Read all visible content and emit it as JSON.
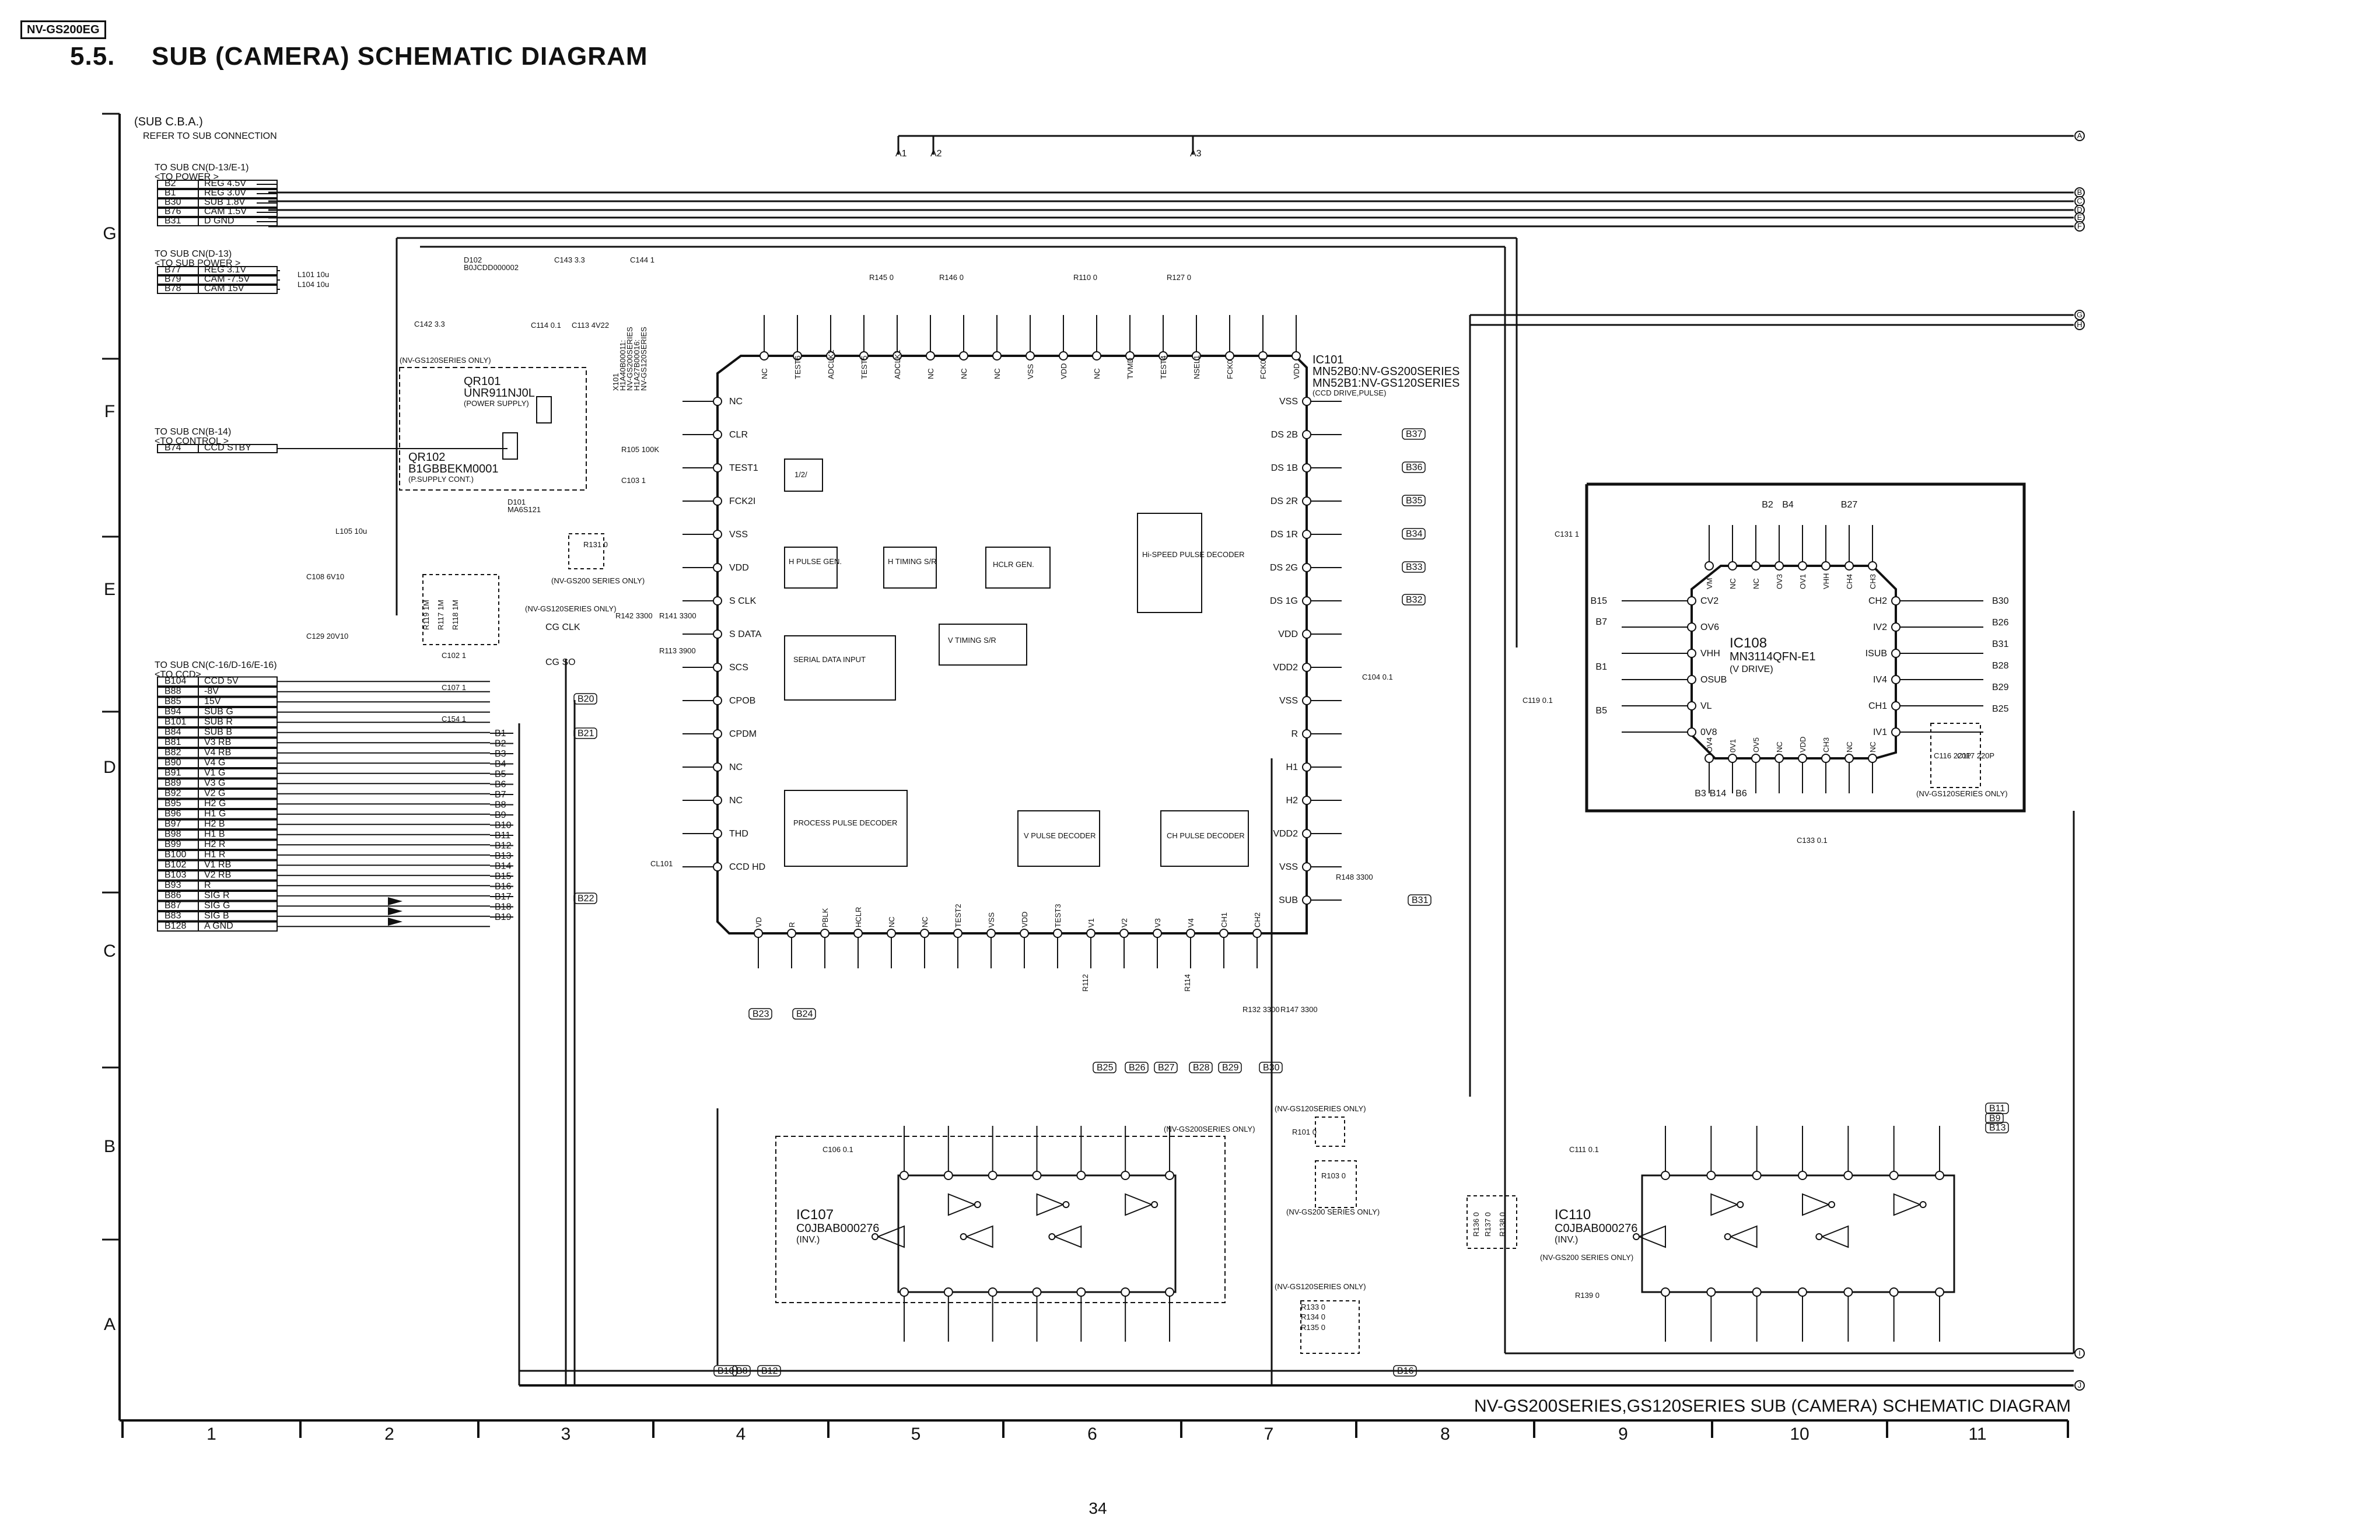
{
  "header": {
    "model": "NV-GS200EG",
    "section_number": "5.5.",
    "section_title": "SUB (CAMERA) SCHEMATIC DIAGRAM"
  },
  "board": {
    "title": "(SUB C.B.A.)",
    "subtitle": "REFER TO SUB CONNECTION"
  },
  "connectors": {
    "power": {
      "title": "TO SUB CN(D-13/E-1)",
      "subtitle": "<TO POWER >",
      "pins": [
        {
          "pin": "B2",
          "signal": "REG 4.5V"
        },
        {
          "pin": "B1",
          "signal": "REG 3.0V"
        },
        {
          "pin": "B30",
          "signal": "SUB 1.8V"
        },
        {
          "pin": "B76",
          "signal": "CAM 1.5V"
        },
        {
          "pin": "B31",
          "signal": "D GND"
        }
      ]
    },
    "sub_power": {
      "title": "TO SUB CN(D-13)",
      "subtitle": "<TO SUB POWER >",
      "pins": [
        {
          "pin": "B77",
          "signal": "REG 3.1V"
        },
        {
          "pin": "B79",
          "signal": "CAM -7.5V"
        },
        {
          "pin": "B78",
          "signal": "CAM 15V"
        }
      ]
    },
    "control": {
      "title": "TO SUB CN(B-14)",
      "subtitle": "<TO CONTROL >",
      "pins": [
        {
          "pin": "B74",
          "signal": "CCD STBY"
        }
      ]
    },
    "ccd": {
      "title": "TO SUB CN(C-16/D-16/E-16)",
      "subtitle": "<TO CCD>",
      "pins": [
        {
          "pin": "B104",
          "signal": "CCD 5V"
        },
        {
          "pin": "B88",
          "signal": "-8V"
        },
        {
          "pin": "B85",
          "signal": "15V"
        },
        {
          "pin": "B94",
          "signal": "SUB G"
        },
        {
          "pin": "B101",
          "signal": "SUB R"
        },
        {
          "pin": "B84",
          "signal": "SUB B"
        },
        {
          "pin": "B81",
          "signal": "V3 RB"
        },
        {
          "pin": "B82",
          "signal": "V4 RB"
        },
        {
          "pin": "B90",
          "signal": "V4 G"
        },
        {
          "pin": "B91",
          "signal": "V1 G"
        },
        {
          "pin": "B89",
          "signal": "V3 G"
        },
        {
          "pin": "B92",
          "signal": "V2 G"
        },
        {
          "pin": "B95",
          "signal": "H2 G"
        },
        {
          "pin": "B96",
          "signal": "H1 G"
        },
        {
          "pin": "B97",
          "signal": "H2 B"
        },
        {
          "pin": "B98",
          "signal": "H1 B"
        },
        {
          "pin": "B99",
          "signal": "H2 R"
        },
        {
          "pin": "B100",
          "signal": "H1 R"
        },
        {
          "pin": "B102",
          "signal": "V1 RB"
        },
        {
          "pin": "B103",
          "signal": "V2 RB"
        },
        {
          "pin": "B93",
          "signal": "R"
        },
        {
          "pin": "B86",
          "signal": "SIG R"
        },
        {
          "pin": "B87",
          "signal": "SIG G"
        },
        {
          "pin": "B83",
          "signal": "SIG B"
        },
        {
          "pin": "B128",
          "signal": "A GND"
        }
      ],
      "bus_labels": [
        "B1",
        "B2",
        "B3",
        "B4",
        "B5",
        "B6",
        "B7",
        "B8",
        "B9",
        "B10",
        "B11",
        "B12",
        "B13",
        "B14",
        "B15",
        "B16",
        "B17",
        "B18",
        "B19"
      ]
    }
  },
  "row_labels": [
    "G",
    "F",
    "E",
    "D",
    "C",
    "B",
    "A"
  ],
  "column_labels": [
    "1",
    "2",
    "3",
    "4",
    "5",
    "6",
    "7",
    "8",
    "9",
    "10",
    "11"
  ],
  "right_terminals": [
    "A",
    "B",
    "C",
    "D",
    "E",
    "F",
    "G",
    "H",
    "I",
    "J"
  ],
  "components": {
    "ic101": {
      "ref": "IC101",
      "part_lines": [
        "MN52B0:NV-GS200SERIES",
        "MN52B1:NV-GS120SERIES"
      ],
      "function": "(CCD DRIVE,PULSE)",
      "blocks": [
        "1/2/",
        "H PULSE GEN.",
        "H TIMING S/R",
        "HCLR GEN.",
        "Hi-SPEED PULSE DECODER",
        "SERIAL DATA INPUT",
        "V TIMING S/R",
        "PROCESS PULSE DECODER",
        "V PULSE DECODER",
        "CH PULSE DECODER"
      ],
      "left_pins": [
        "NC",
        "CLR",
        "TEST1",
        "FCK2I",
        "VSS",
        "VDD",
        "S CLK",
        "S DATA",
        "SCS",
        "CPOB",
        "CPDM",
        "NC",
        "NC",
        "THD",
        "CCD HD"
      ],
      "top_pins": [
        "NC",
        "TEST6",
        "ADCLK2",
        "TEST5",
        "ADCLK1",
        "NC",
        "NC",
        "NC",
        "VSS",
        "VDD",
        "NC",
        "TVMD",
        "TEST4",
        "NSEL1",
        "FCK0",
        "FCK0I",
        "VDD"
      ],
      "right_pins": [
        "VSS",
        "DS 2B",
        "DS 1B",
        "DS 2R",
        "DS 1R",
        "DS 2G",
        "DS 1G",
        "VDD",
        "VDD2",
        "VSS",
        "R",
        "H1",
        "H2",
        "VDD2",
        "VSS",
        "SUB"
      ],
      "bottom_pins": [
        "VD",
        "R",
        "PBLK",
        "HCLR",
        "NC",
        "NC",
        "TEST2",
        "VSS",
        "VDD",
        "TEST3",
        "V1",
        "V2",
        "V3",
        "V4",
        "CH1",
        "CH2"
      ]
    },
    "ic108": {
      "ref": "IC108",
      "part": "MN3114QFN-E1",
      "function": "(V DRIVE)",
      "left_pins": [
        "CV2",
        "OV6",
        "VHH",
        "OSUB",
        "VL",
        "0V8"
      ],
      "right_pins": [
        "CH2",
        "IV2",
        "ISUB",
        "IV4",
        "CH1",
        "IV1"
      ],
      "top_pins": [
        "VM",
        "NC",
        "NC",
        "OV3",
        "OV1",
        "VHH",
        "CH4",
        "CH3"
      ],
      "bottom_pins": [
        "OV4",
        "0V1",
        "OV5",
        "NC",
        "VDD",
        "CH3",
        "NC",
        "NC"
      ],
      "left_terminals": [
        "B15",
        "B7",
        "B1",
        "B5"
      ],
      "right_terminals": [
        "B30",
        "B26",
        "B31",
        "B28",
        "B29",
        "B25"
      ],
      "top_terminals": [
        "B2",
        "B4",
        "B27"
      ],
      "bottom_terminals": [
        "B3",
        "B14",
        "B6"
      ]
    },
    "ic107": {
      "ref": "IC107",
      "part": "C0JBAB000276",
      "function": "(INV.)",
      "note": "(NV-GS200SERIES ONLY)"
    },
    "ic110": {
      "ref": "IC110",
      "part": "C0JBAB000276",
      "function": "(INV.)"
    },
    "qr101": {
      "ref": "QR101",
      "part": "UNR911NJ0L",
      "function": "(POWER SUPPLY)"
    },
    "qr102": {
      "ref": "QR102",
      "part": "B1GBBEKM0001",
      "function": "(P.SUPPLY CONT.)"
    },
    "d101": {
      "ref": "D101",
      "part": "MA6S121"
    },
    "d102": {
      "ref": "D102",
      "part": "B0JCDD000002"
    },
    "x101_text": [
      "X101",
      "H1A40B00011:",
      "NV-GS200SERIES",
      "H1A27B00016:",
      "NV-GS120SERIES"
    ],
    "passives": [
      "R145 0",
      "R146 0",
      "R110 0",
      "R127 0",
      "R105 100K",
      "C103 1",
      "C143 3.3",
      "C144 1",
      "C142 3.3",
      "C114 0.1",
      "C113 4V22",
      "L101 10u",
      "L104 10u",
      "L105 10u",
      "C108 6V10",
      "C129 20V10",
      "R131 0",
      "R142 3300",
      "R141 3300",
      "R113 3900",
      "C102 1",
      "C107 1",
      "C154 1",
      "R148 3300",
      "C104 0.1",
      "C131 1",
      "C119 0.1",
      "C133 0.1",
      "C116 220P",
      "C117 220P",
      "R112",
      "R114",
      "R132 3300",
      "R147 3300",
      "C106 0.1",
      "C111 0.1",
      "R101 0",
      "R103 0",
      "R133 0",
      "R134 0",
      "R135 0",
      "R139 0",
      "R136 0",
      "R137 0",
      "R138 0",
      "R119 1M",
      "R117 1M",
      "R118 1M",
      "CL101"
    ],
    "notes": [
      "(NV-GS120SERIES ONLY)",
      "(NV-GS200 SERIES ONLY)",
      "(NV-GS120SERIES ONLY)",
      "(NV-GS120SERIES ONLY)",
      "(NV-GS200 SERIES ONLY)",
      "(NV-GS200 SERIES ONLY)",
      "(NV-GS120SERIES ONLY)",
      "(NV-GS120SERIES ONLY)"
    ]
  },
  "net_labels": [
    "CG CLK",
    "CG SO",
    "B20",
    "B21",
    "B22",
    "B23",
    "B24",
    "B25",
    "B26",
    "B27",
    "B28",
    "B29",
    "B30",
    "B31",
    "B32",
    "B33",
    "B34",
    "B35",
    "B36",
    "B37",
    "B10",
    "B8",
    "B12",
    "B16",
    "B11",
    "B9",
    "B13",
    "A1",
    "A2",
    "A3"
  ],
  "footer": {
    "caption": "NV-GS200SERIES,GS120SERIES SUB (CAMERA) SCHEMATIC DIAGRAM",
    "page_number": "34"
  }
}
